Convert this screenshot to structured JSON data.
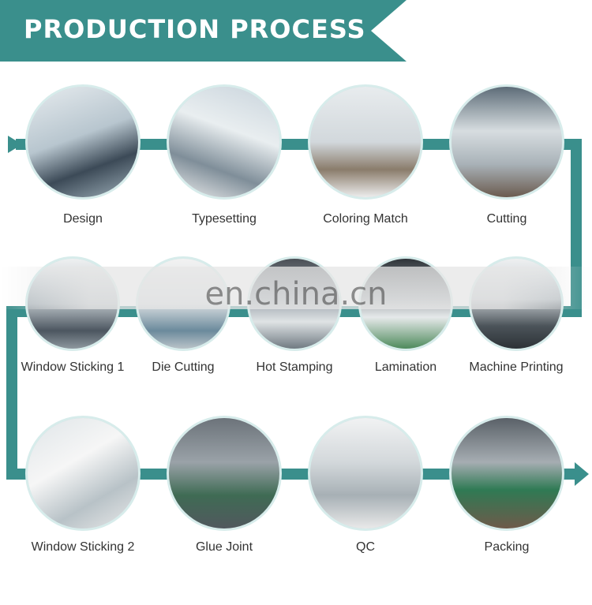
{
  "banner": {
    "title": "PRODUCTION PROCESS"
  },
  "colors": {
    "accent": "#3a8f8c",
    "label": "#333333",
    "circle_border": "#d7eceb"
  },
  "steps": [
    {
      "label": "Design",
      "icon": "office-workers-photo"
    },
    {
      "label": "Typesetting",
      "icon": "designer-at-desk-photo"
    },
    {
      "label": "Coloring Match",
      "icon": "proof-sheets-photo"
    },
    {
      "label": "Cutting",
      "icon": "cutting-machine-photo"
    },
    {
      "label": "Window Sticking 1",
      "icon": "window-sticking-machine-photo"
    },
    {
      "label": "Die Cutting",
      "icon": "die-cutting-floor-photo"
    },
    {
      "label": "Hot Stamping",
      "icon": "hot-stamping-machine-photo"
    },
    {
      "label": "Lamination",
      "icon": "lamination-photo"
    },
    {
      "label": "Machine Printing",
      "icon": "printing-press-photo"
    },
    {
      "label": "Window Sticking 2",
      "icon": "boxes-stack-photo"
    },
    {
      "label": "Glue Joint",
      "icon": "assembly-line-photo"
    },
    {
      "label": "QC",
      "icon": "warehouse-photo"
    },
    {
      "label": "Packing",
      "icon": "packing-line-photo"
    }
  ],
  "watermark": "en.china.cn"
}
